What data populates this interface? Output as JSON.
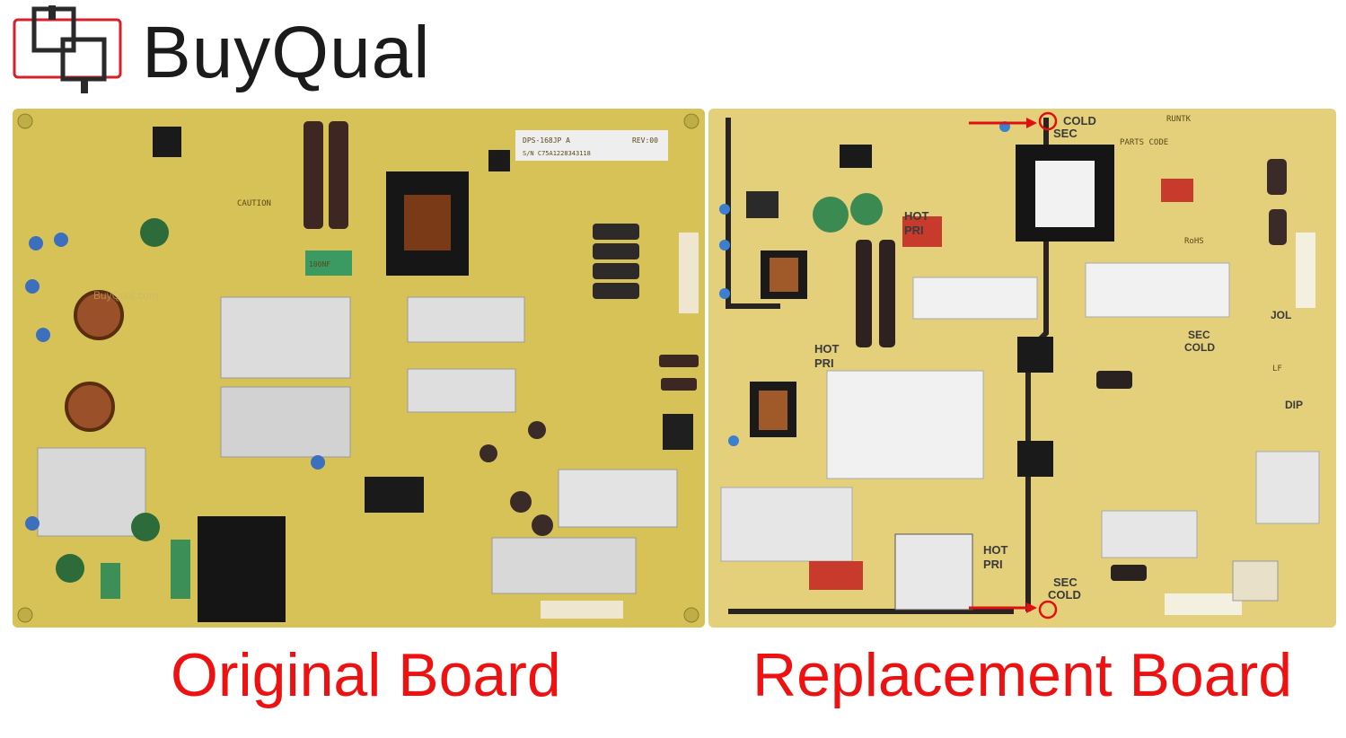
{
  "brand": {
    "name": "BuyQual",
    "colors": {
      "mark_red": "#d6202a",
      "mark_dark": "#2a2a2a",
      "text": "#1b1b1b"
    }
  },
  "captions": {
    "original": "Original Board",
    "replacement": "Replacement Board",
    "color": "#ee1111"
  },
  "original_board": {
    "colors": {
      "pcb": "#d9c45c",
      "heatsink": "#e6e6e6",
      "capacitor": "#3b2420",
      "choke": "#111111"
    },
    "silkscreen": {
      "part_no": "DPS-168JP A",
      "rev": "REV:00",
      "serial": "S/N C75A1228343118",
      "caution": "CAUTION",
      "cap_label": "100NF"
    },
    "watermark": "BuyQual.com"
  },
  "replacement_board": {
    "colors": {
      "pcb": "#e6d27d",
      "trace_dark": "#2a2420",
      "marker": "#e01010"
    },
    "silkscreen": {
      "cold": "COLD",
      "sec": "SEC",
      "hot": "HOT",
      "pri": "PRI",
      "parts_code": "PARTS CODE",
      "runtk": "RUNTK",
      "rohs": "RoHS",
      "jol": "JOL",
      "dip": "DIP",
      "lf": "LF"
    },
    "markers": [
      "top-mounting-hole-marker",
      "bottom-mounting-hole-marker"
    ]
  }
}
